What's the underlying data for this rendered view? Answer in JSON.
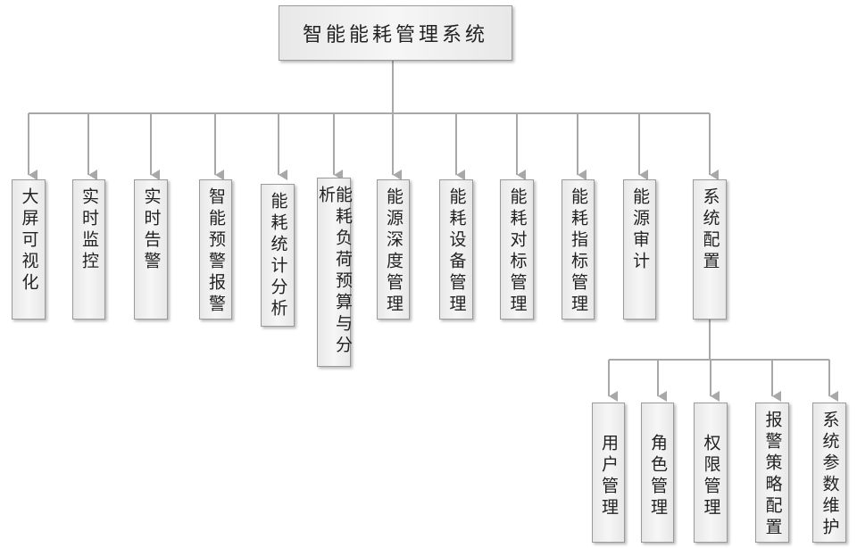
{
  "root": {
    "label": "智能能耗管理系统"
  },
  "modules": [
    {
      "label": "大屏可视化"
    },
    {
      "label": "实时监控"
    },
    {
      "label": "实时告警"
    },
    {
      "label": "智能预警报警"
    },
    {
      "label": "能耗统计分析"
    },
    {
      "label": "能耗负荷预算与分析"
    },
    {
      "label": "能源深度管理"
    },
    {
      "label": "能耗设备管理"
    },
    {
      "label": "能耗对标管理"
    },
    {
      "label": "能耗指标管理"
    },
    {
      "label": "能源审计"
    },
    {
      "label": "系统配置"
    }
  ],
  "system_config_children": [
    {
      "label": "用户管理"
    },
    {
      "label": "角色管理"
    },
    {
      "label": "权限管理"
    },
    {
      "label": "报警策略配置"
    },
    {
      "label": "系统参数维护"
    }
  ],
  "colors": {
    "connector": "#a8a8a8",
    "box_border": "#9a9a9a",
    "box_fill": "#eeeeee",
    "text": "#222222"
  }
}
